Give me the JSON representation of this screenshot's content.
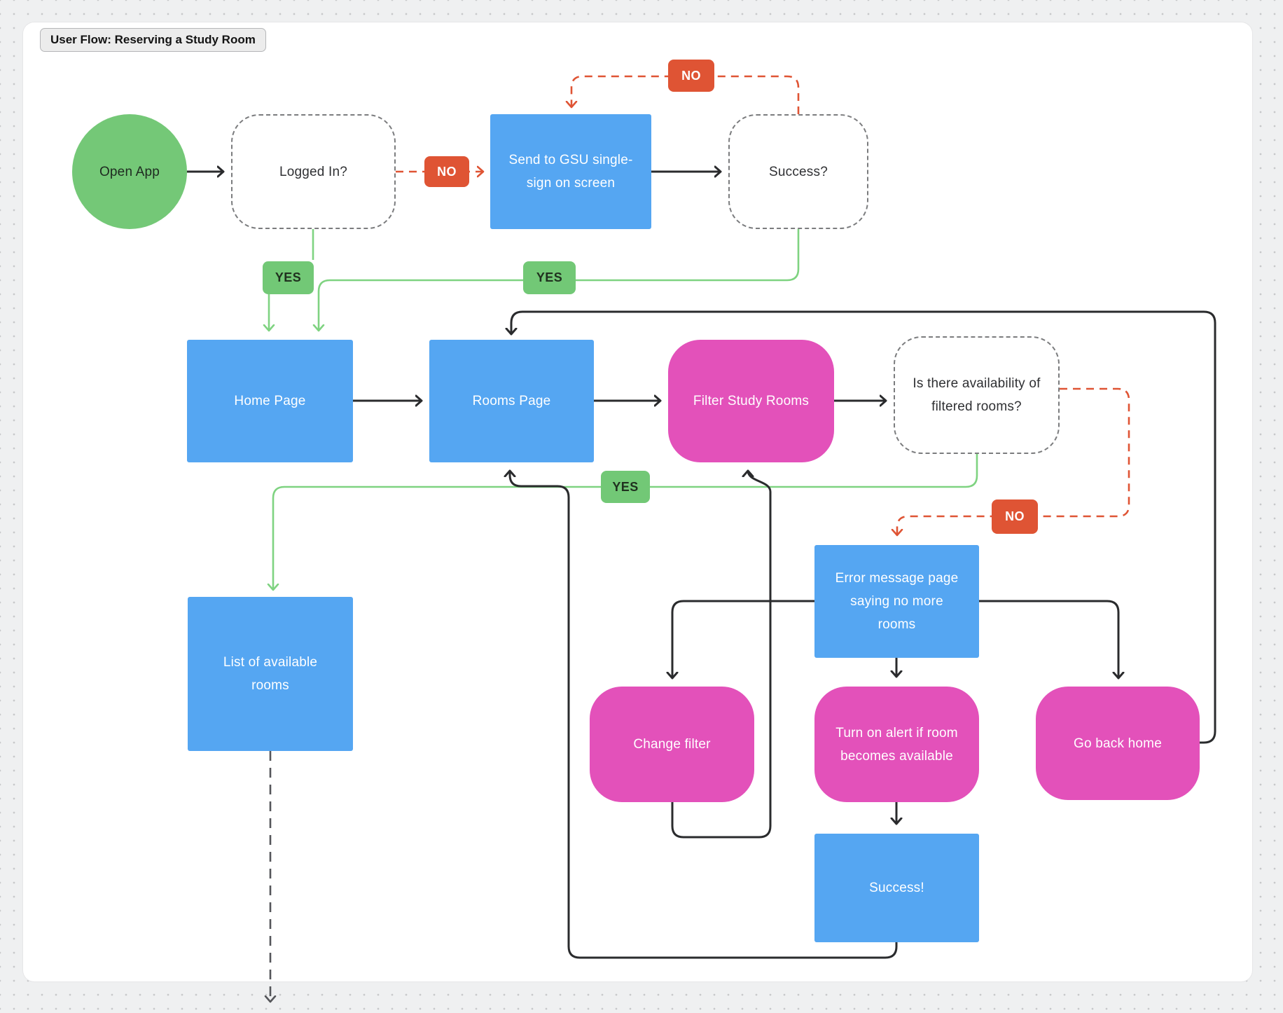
{
  "title": "User Flow: Reserving a Study Room",
  "labels": {
    "yes": "YES",
    "no": "NO"
  },
  "nodes": {
    "open_app": "Open App",
    "logged_in": "Logged In?",
    "sso": "Send to GSU single-sign on screen",
    "success_q": "Success?",
    "home": "Home Page",
    "rooms": "Rooms Page",
    "filter": "Filter Study Rooms",
    "availability": "Is there availability of filtered rooms?",
    "list": "List of available rooms",
    "error": "Error message page saying no more rooms",
    "change_filter": "Change filter",
    "alert": "Turn on alert if room becomes available",
    "go_back": "Go back home",
    "success_end": "Success!"
  },
  "colors": {
    "canvas": "#ffffff",
    "background": "#eff0f1",
    "grid_dot": "#c7c8ca",
    "process_blue": "#55a6f2",
    "action_pink": "#e351ba",
    "start_green": "#74c877",
    "yes_green": "#72c876",
    "no_red": "#df5434",
    "wire_black": "#2a2b2d",
    "wire_green": "#7fd381",
    "decision_border": "#7b7c7e"
  }
}
